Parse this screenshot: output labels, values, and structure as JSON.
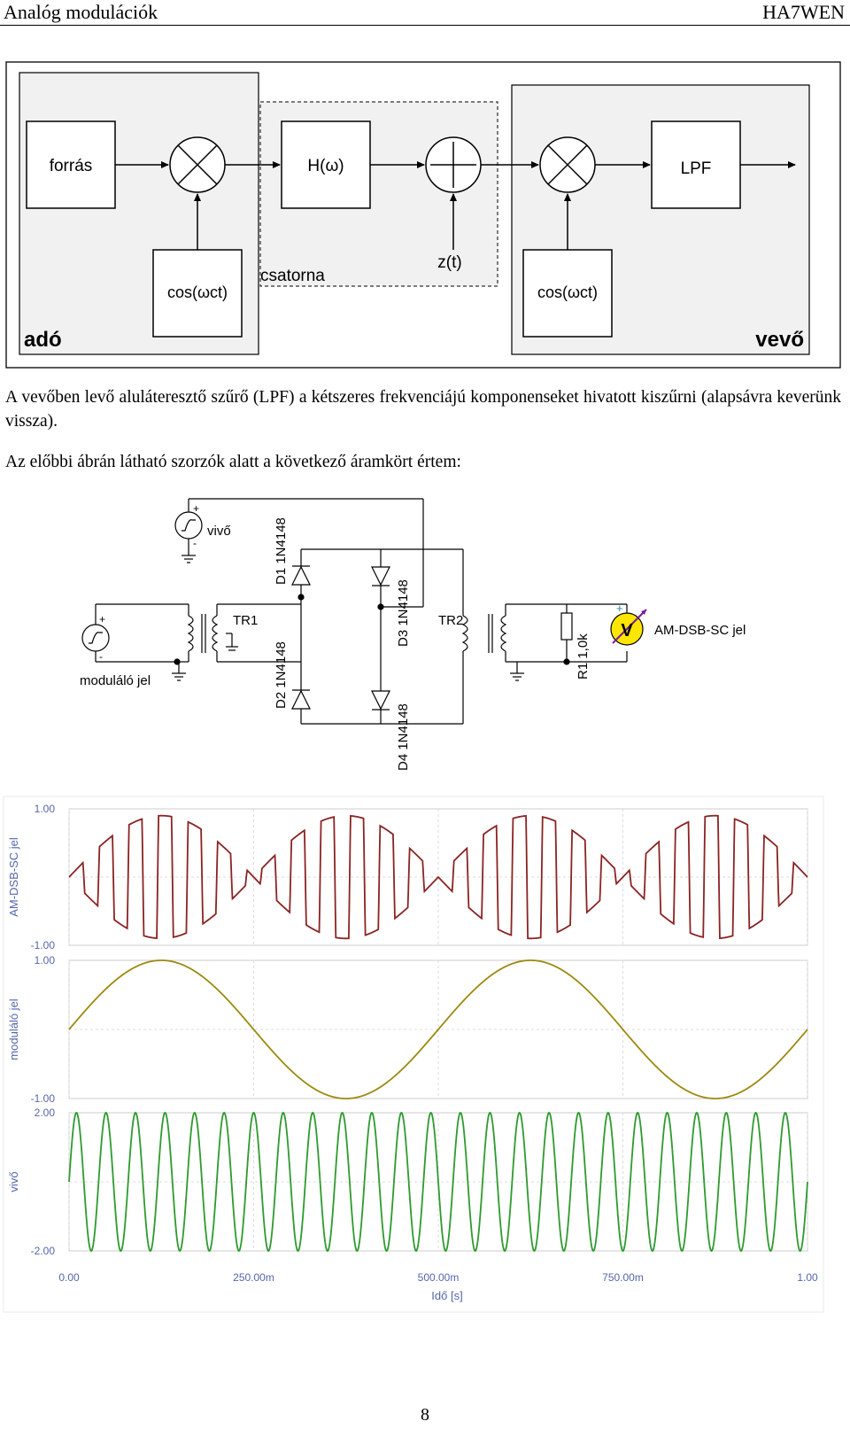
{
  "header": {
    "title": "Analóg modulációk",
    "author": "HA7WEN"
  },
  "block_diagram": {
    "blocks": {
      "source": "forrás",
      "channel_filter": "H(ω)",
      "lpf": "LPF",
      "carrier_tx": "cos(ωct)",
      "carrier_rx": "cos(ωct)"
    },
    "labels": {
      "noise": "z(t)",
      "channel": "csatorna",
      "transmitter": "adó",
      "receiver": "vevő"
    }
  },
  "paragraphs": {
    "p1": "A vevőben levő aluláteresztő szűrő (LPF) a kétszeres frekvenciájú komponenseket hivatott kiszűrni (alapsávra keverünk vissza).",
    "p2": "Az előbbi ábrán látható szorzók alatt a következő áramkört értem:"
  },
  "circuit": {
    "carrier_source": "vivő",
    "mod_source": "moduláló jel",
    "tr1": "TR1",
    "tr2": "TR2",
    "d1": "D1 1N4148",
    "d2": "D2 1N4148",
    "d3": "D3 1N4148",
    "d4": "D4 1N4148",
    "resistor": "R1 1,0k",
    "meter": "V",
    "output": "AM-DSB-SC jel"
  },
  "chart_data": [
    {
      "type": "line",
      "ylabel": "AM-DSB-SC jel",
      "ylim": [
        -1.0,
        1.0
      ],
      "ytick_labels": [
        "1.00",
        "-1.00"
      ],
      "carrier_cycles": 25,
      "modulation_cycles": 2,
      "color": "#8b2323"
    },
    {
      "type": "line",
      "ylabel": "moduláló jel",
      "ylim": [
        -1.0,
        1.0
      ],
      "ytick_labels": [
        "1.00",
        "-1.00"
      ],
      "cycles": 2,
      "amplitude": 1.0,
      "color": "#9c8a10"
    },
    {
      "type": "line",
      "ylabel": "vivő",
      "ylim": [
        -2.0,
        2.0
      ],
      "ytick_labels": [
        "2.00",
        "-2.00"
      ],
      "cycles": 25,
      "amplitude": 2.0,
      "color": "#2e9a2e"
    }
  ],
  "x_axis": {
    "label": "Idő [s]",
    "range": [
      0,
      1.0
    ],
    "ticks": [
      "0.00",
      "250.00m",
      "500.00m",
      "750.00m",
      "1.00"
    ]
  },
  "page_number": "8"
}
